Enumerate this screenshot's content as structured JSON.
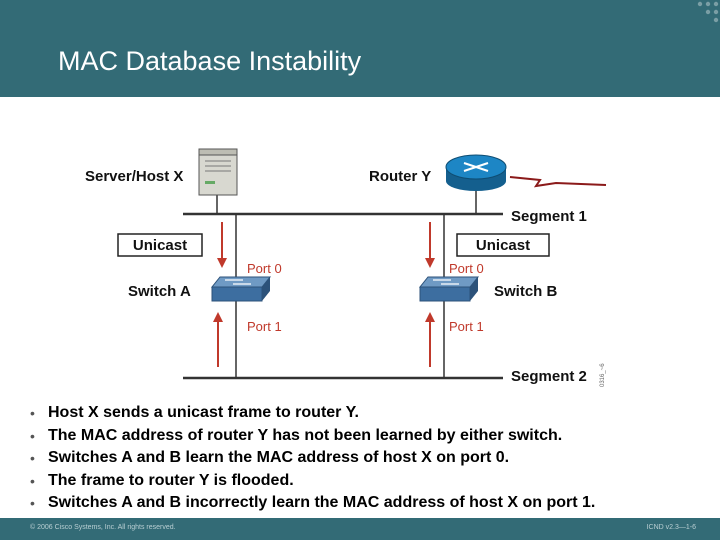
{
  "slide": {
    "title": "MAC Database Instability"
  },
  "diagram": {
    "server_label": "Server/Host X",
    "router_label": "Router Y",
    "segment1_label": "Segment 1",
    "segment2_label": "Segment 2",
    "unicast_left": "Unicast",
    "unicast_right": "Unicast",
    "switch_a_label": "Switch A",
    "switch_b_label": "Switch B",
    "switch_a_port0": "Port 0",
    "switch_a_port1": "Port 1",
    "switch_b_port0": "Port 0",
    "switch_b_port1": "Port 1",
    "figure_id": "0316_~6",
    "colors": {
      "arrow": "#c0392b",
      "port_text": "#c0392b",
      "wan_link": "#8b1a1a",
      "router": "#1d86c5",
      "switch": "#3d6ea0"
    }
  },
  "bullets": [
    "Host X sends a unicast frame to router Y.",
    "The MAC address of router Y has not been learned by either switch.",
    "Switches A and B learn the MAC address of host X on port 0.",
    "The frame to router Y is flooded.",
    "Switches A and B incorrectly learn the MAC address of host X on port 1."
  ],
  "bullet_marker": "•",
  "footer": {
    "copyright": "© 2006 Cisco Systems, Inc. All rights reserved.",
    "course": "ICND v2.3—1-6"
  }
}
